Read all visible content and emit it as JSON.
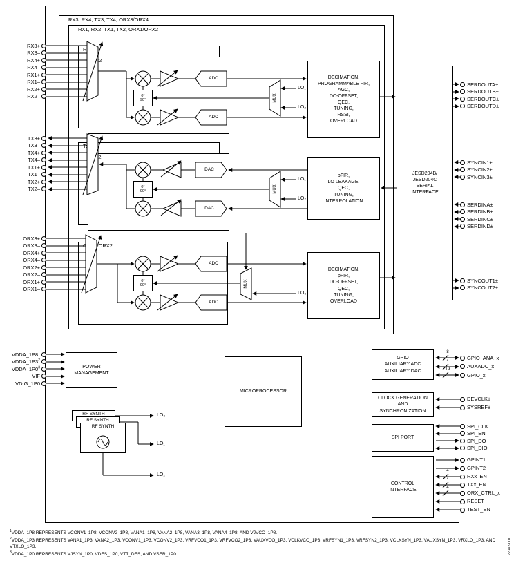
{
  "diagram": {
    "groups": {
      "outer": "RX3, RX4, TX3, TX4, ORX3/ORX4",
      "inner": "RX1, RX2, TX1, TX2, ORX1/ORX2"
    },
    "cards": {
      "rx_back": "Rx1",
      "rx_front": "Rx2",
      "tx_back": "Tx1",
      "tx_front": "Tx2",
      "orx": "ORX1/ORX2"
    }
  },
  "blocks": {
    "rx_dsp": "DECIMATION,\nPROGRAMMABLE FIR,\nAGC,\nDC-OFFSET,\nQEC,\nTUNING,\nRSSI,\nOVERLOAD",
    "tx_dsp": "pFIR,\nLO LEAKAGE,\nQEC,\nTUNING,\nINTERPOLATION",
    "orx_dsp": "DECIMATION,\npFIR,\nDC-OFFSET,\nQEC,\nTUNING,\nOVERLOAD",
    "jesd": "JESD204B/\nJESD204C\nSERIAL\nINTERFACE",
    "power": "POWER\nMANAGEMENT",
    "rf_synth": "RF SYNTH",
    "micro": "MICROPROCESSOR",
    "gpio": "GPIO\nAUXILIARY ADC\nAUXILIARY DAC",
    "clock": "CLOCK GENERATION\nAND\nSYNCHRONIZATION",
    "spi": "SPI PORT",
    "control": "CONTROL\nINTERFACE"
  },
  "symbols": {
    "adc": "ADC",
    "dac": "DAC",
    "mux": "MUX",
    "deg0": "0°",
    "deg90": "90°",
    "lo1": "LO₁",
    "lo2": "LO₂",
    "lo3": "LO₃"
  },
  "pins": {
    "left_rx": [
      "RX3+",
      "RX3–",
      "RX4+",
      "RX4–",
      "RX1+",
      "RX1–",
      "RX2+",
      "RX2–"
    ],
    "left_tx": [
      "TX3+",
      "TX3–",
      "TX4+",
      "TX4–",
      "TX1+",
      "TX1–",
      "TX2+",
      "TX2–"
    ],
    "left_orx": [
      "ORX3+",
      "ORX3–",
      "ORX4+",
      "ORX4–",
      "ORX2+",
      "ORX2–",
      "ORX1+",
      "ORX1–"
    ],
    "left_power": [
      {
        "label": "VDDA_1P8",
        "sup": "1"
      },
      {
        "label": "VDDA_1P3",
        "sup": "2"
      },
      {
        "label": "VDDA_1P0",
        "sup": "3"
      },
      {
        "label": "VIF",
        "sup": ""
      },
      {
        "label": "VDIG_1P0",
        "sup": ""
      }
    ],
    "right_serdout": [
      "SERDOUTA±",
      "SERDOUTB±",
      "SERDOUTC±",
      "SERDOUTD±"
    ],
    "right_syncin": [
      "SYNCIN1±",
      "SYNCIN2±",
      "SYNCIN3±"
    ],
    "right_serdin": [
      "SERDINA±",
      "SERDINB±",
      "SERDINC±",
      "SERDIND±"
    ],
    "right_syncout": [
      "SYNCOUT1±",
      "SYNCOUT2±"
    ],
    "right_gpio": [
      {
        "label": "GPIO_ANA_x",
        "bus": "8"
      },
      {
        "label": "AUXADC_x",
        "bus": "4"
      },
      {
        "label": "GPIO_x",
        "bus": "19"
      }
    ],
    "right_clock": [
      "DEVCLK±",
      "SYSREF±"
    ],
    "right_spi": [
      "SPI_CLK",
      "SPI_EN",
      "SPI_DO",
      "SPI_DIO"
    ],
    "right_ctrl": [
      {
        "label": "GPINT1",
        "bus": ""
      },
      {
        "label": "GPINT2",
        "bus": ""
      },
      {
        "label": "RXx_EN",
        "bus": "4"
      },
      {
        "label": "TXx_EN",
        "bus": "4"
      },
      {
        "label": "ORX_CTRL_x",
        "bus": "4"
      },
      {
        "label": "RESET",
        "bus": ""
      },
      {
        "label": "TEST_EN",
        "bus": ""
      }
    ]
  },
  "footnotes": [
    {
      "sup": "1",
      "text": "VDDA_1P8 REPRESENTS VCONV1_1P8, VCONV2_1P8, VANA1_1P8, VANA2_1P8, VANA3_1P8, VANA4_1P8, AND VJVCO_1P8."
    },
    {
      "sup": "2",
      "text": "VDDA_1P3 REPRESENTS VANA1_1P3, VANA2_1P3, VCONV1_1P3, VCONV2_1P3, VRFVCO1_1P3, VRFVCO2_1P3, VAUXVCO_1P3, VCLKVCO_1P3, VRFSYN1_1P3, VRFSYN2_1P3, VCLKSYN_1P3, VAUXSYN_1P3, VRXLO_1P3, AND VTXLO_1P3."
    },
    {
      "sup": "3",
      "text": "VDDA_1P0 REPRESENTS VJSYN_1P0, VDES_1P0, VTT_DES, AND VSER_1P0."
    }
  ],
  "watermark": "22382-001"
}
